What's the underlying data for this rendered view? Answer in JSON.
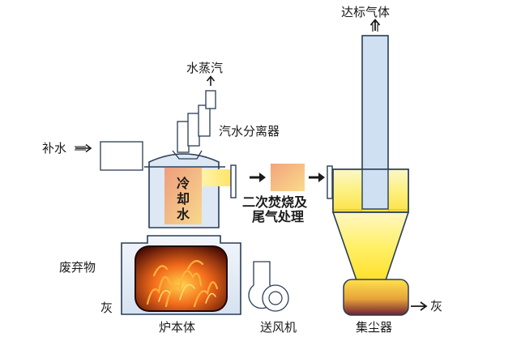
{
  "labels": {
    "exhaust_out": "达标气体",
    "steam_out": "水蒸汽",
    "steam_separator": "汽水分离器",
    "makeup_water": "补水",
    "cooling_water_line1": "冷",
    "cooling_water_line2": "却",
    "cooling_water_line3": "水",
    "secondary_line1": "二次焚烧及",
    "secondary_line2": "尾气处理",
    "waste": "废弃物",
    "ash_left": "灰",
    "furnace_body": "炉本体",
    "blower": "送风机",
    "dust_collector": "集尘器",
    "ash_right": "灰"
  },
  "colors": {
    "vessel_blue": "#dde8f4",
    "outline": "#2a3d55",
    "stack_fill": "#cfe0f2",
    "cooling_gradient_top": "#ef9d7e",
    "cooling_gradient_bottom": "#f7d98c",
    "flue_yellow": "#ffe98a",
    "cyclone_yellow": "#ffee55",
    "hopper_dark": "#7c2432",
    "fire_orange": "#f26a1b"
  },
  "icons": [
    "arrow-up-icon",
    "arrow-right-icon",
    "flame-icon",
    "fan-icon"
  ]
}
